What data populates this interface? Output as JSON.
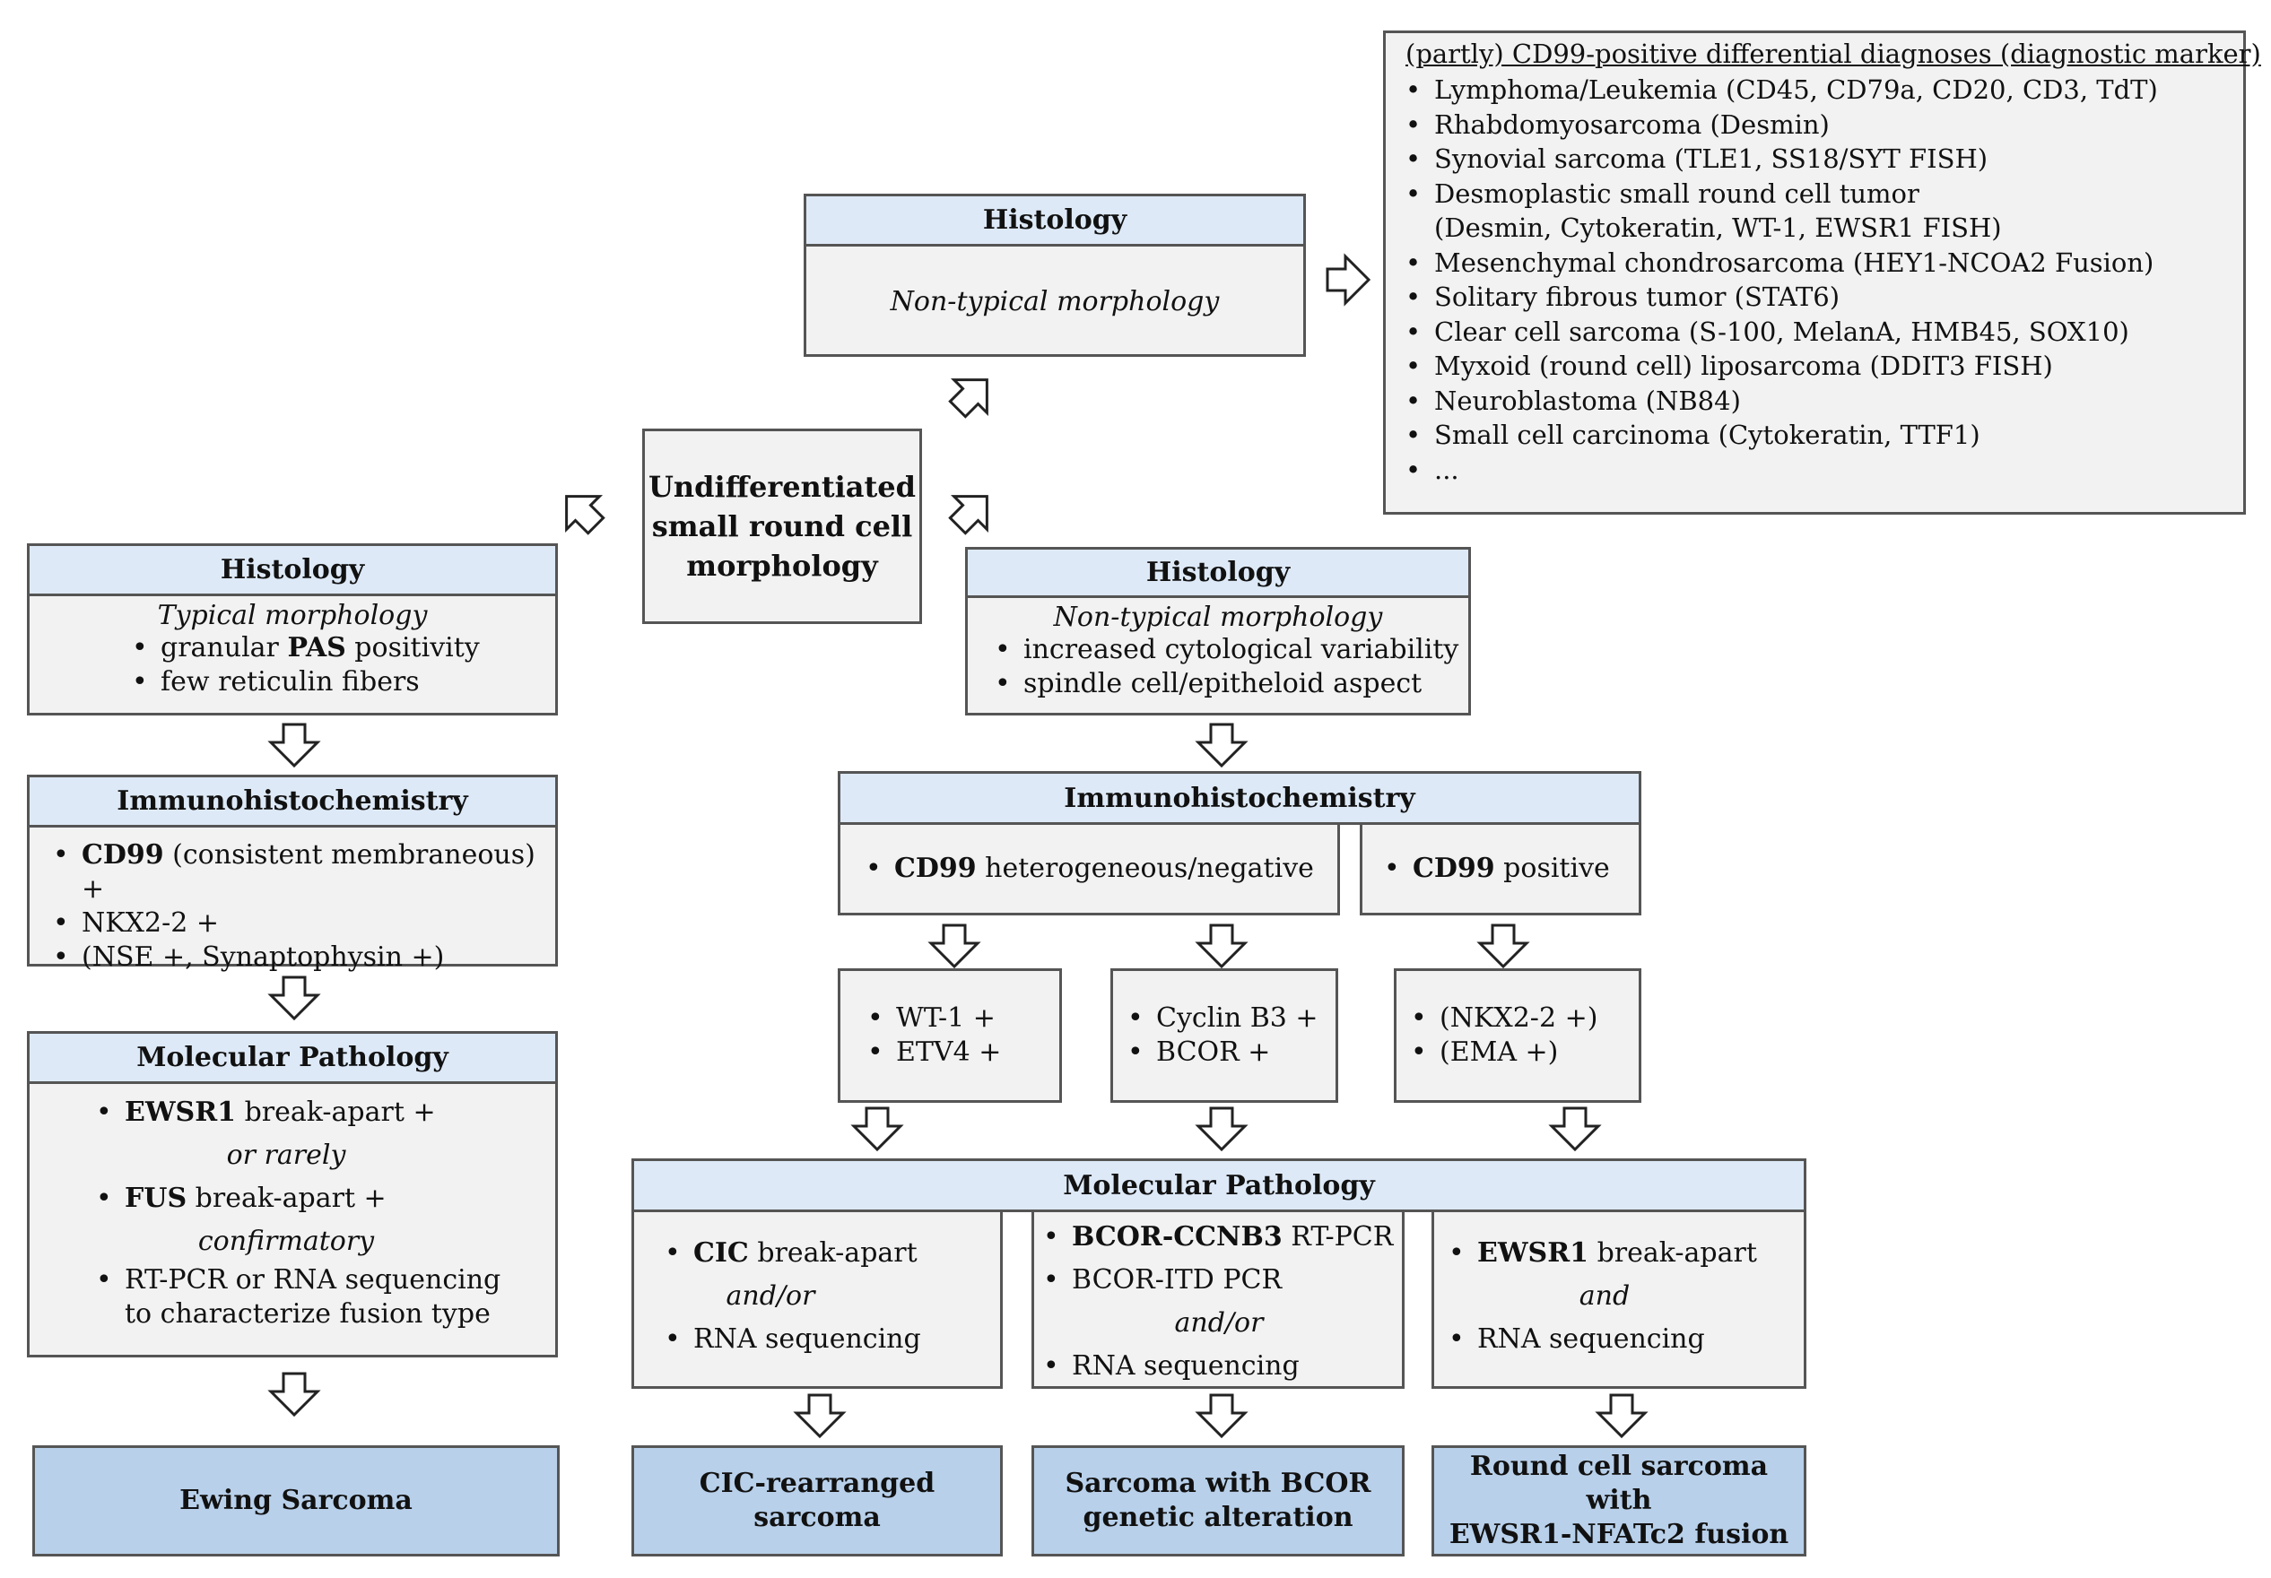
{
  "root": {
    "label_l1": "Undifferentiated",
    "label_l2": "small round cell",
    "label_l3": "morphology"
  },
  "top_histology": {
    "title": "Histology",
    "subtitle": "Non-typical morphology"
  },
  "differential": {
    "title": "(partly) CD99-positive differential diagnoses (diagnostic marker)",
    "items": [
      "Lymphoma/Leukemia (CD45, CD79a, CD20, CD3, TdT)",
      "Rhabdomyosarcoma (Desmin)",
      "Synovial sarcoma (TLE1, SS18/SYT FISH)",
      "Desmoplastic small round cell tumor",
      "(Desmin, Cytokeratin, WT-1, EWSR1 FISH)",
      "Mesenchymal chondrosarcoma (HEY1-NCOA2 Fusion)",
      "Solitary fibrous tumor (STAT6)",
      "Clear cell sarcoma (S-100, MelanA, HMB45, SOX10)",
      "Myxoid (round cell) liposarcoma (DDIT3 FISH)",
      "Neuroblastoma (NB84)",
      "Small cell carcinoma (Cytokeratin, TTF1)",
      "..."
    ]
  },
  "left": {
    "histology": {
      "title": "Histology",
      "subtitle": "Typical morphology",
      "item1_pre": "granular ",
      "item1_bold": "PAS",
      "item1_post": " positivity",
      "item2": "few reticulin fibers"
    },
    "ihc": {
      "title": "Immunohistochemistry",
      "item1_bold": "CD99",
      "item1_post": " (consistent membraneous) +",
      "item2": "NKX2-2 +",
      "item3": "(NSE +, Synaptophysin +)"
    },
    "molecular": {
      "title": "Molecular Pathology",
      "item1_bold": "EWSR1",
      "item1_post": " break-apart +",
      "connector1": "or rarely",
      "item2_bold": "FUS",
      "item2_post": " break-apart +",
      "connector2": "confirmatory",
      "item3_l1": "RT-PCR or RNA sequencing",
      "item3_l2": "to characterize fusion type"
    },
    "result": "Ewing Sarcoma"
  },
  "right": {
    "histology": {
      "title": "Histology",
      "subtitle": "Non-typical morphology",
      "item1": "increased cytological variability",
      "item2": "spindle cell/epitheloid aspect"
    },
    "ihc": {
      "title": "Immunohistochemistry",
      "neg_bold": "CD99",
      "neg_post": " heterogeneous/negative",
      "pos_bold": "CD99",
      "pos_post": " positive"
    },
    "markers": {
      "a": [
        "WT-1 +",
        "ETV4 +"
      ],
      "b": [
        "Cyclin B3 +",
        "BCOR +"
      ],
      "c": [
        "(NKX2-2 +)",
        "(EMA +)"
      ]
    },
    "molecular": {
      "title": "Molecular Pathology",
      "cic": {
        "item1_bold": "CIC",
        "item1_post": " break-apart",
        "connector": "and/or",
        "item2": "RNA sequencing"
      },
      "bcor": {
        "item1_bold": "BCOR-CCNB3",
        "item1_post": " RT-PCR",
        "item2": "BCOR-ITD PCR",
        "connector": "and/or",
        "item3": "RNA sequencing"
      },
      "ewsr1": {
        "item1_bold": "EWSR1",
        "item1_post": " break-apart",
        "connector": "and",
        "item2": "RNA sequencing"
      }
    },
    "results": {
      "cic": {
        "l1": "CIC-rearranged",
        "l2": "sarcoma"
      },
      "bcor": {
        "l1": "Sarcoma with BCOR",
        "l2": "genetic alteration"
      },
      "nfatc2": {
        "l1": "Round cell sarcoma with",
        "l2": "EWSR1-NFATc2 fusion"
      }
    }
  }
}
